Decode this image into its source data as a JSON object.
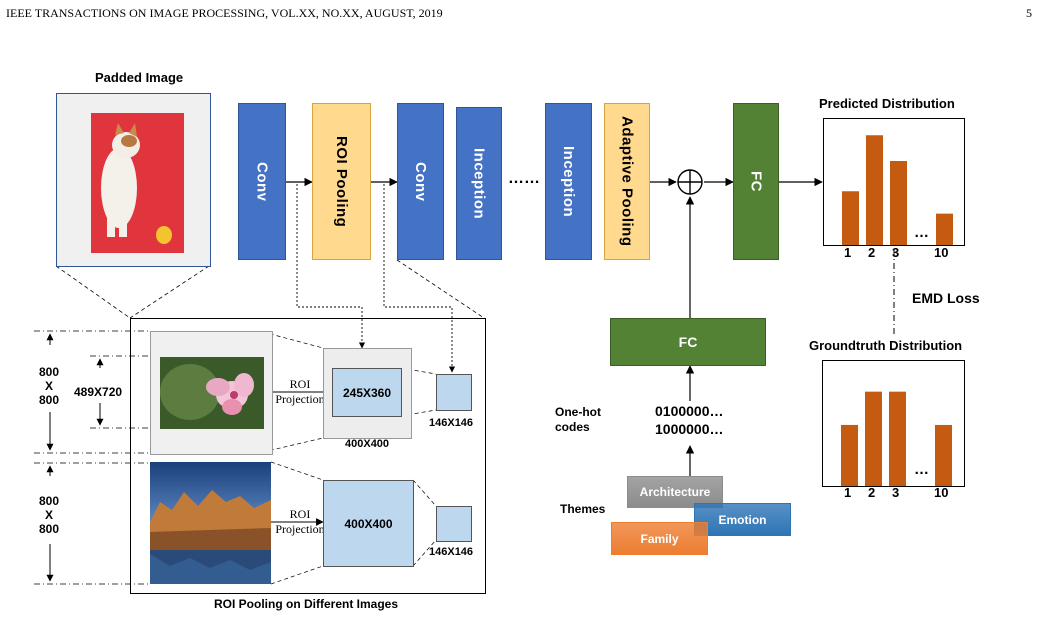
{
  "header": {
    "journal": "IEEE TRANSACTIONS ON IMAGE PROCESSING, VOL.XX, NO.XX, AUGUST, 2019",
    "page_number": "5"
  },
  "pipeline": {
    "padded_image_label": "Padded Image",
    "conv1": "Conv",
    "roi_pooling": "ROI Pooling",
    "conv2": "Conv",
    "inception1": "Inception",
    "ellipsis": "……",
    "inception2": "Inception",
    "adaptive_pooling": "Adaptive Pooling",
    "fc_main": "FC",
    "fc_theme": "FC"
  },
  "distributions": {
    "predicted_label": "Predicted Distribution",
    "groundtruth_label": "Groundtruth Distribution",
    "emd_loss": "EMD Loss",
    "dots": "…",
    "ticks": [
      "1",
      "2",
      "3",
      "10"
    ],
    "predicted_values": [
      0.48,
      0.98,
      0.75,
      0.28
    ],
    "groundtruth_values": [
      0.55,
      0.85,
      0.85,
      0.55
    ],
    "bar_color": "#c55a11"
  },
  "roi_panel": {
    "title": "ROI Pooling on Different Images",
    "dim_800_x_800_a": [
      "800",
      "X",
      "800"
    ],
    "dim_800_x_800_b": [
      "800",
      "X",
      "800"
    ],
    "dim_489x720": "489X720",
    "roi_proj_a": [
      "ROI",
      "Projection"
    ],
    "roi_proj_b": [
      "ROI",
      "Projection"
    ],
    "feat_245x360": "245X360",
    "feat_400x400_outer": "400X400",
    "feat_400x400_inner": "400X400",
    "out_146_a": "146X146",
    "out_146_b": "146X146"
  },
  "themes": {
    "onehot_label": [
      "One-hot",
      "codes"
    ],
    "codes": [
      "0100000…",
      "1000000…"
    ],
    "themes_label": "Themes",
    "cards": [
      {
        "name": "Architecture",
        "color": "#8c8c8c"
      },
      {
        "name": "Emotion",
        "color": "#2e75b6"
      },
      {
        "name": "Family",
        "color": "#ed7d31"
      }
    ]
  }
}
